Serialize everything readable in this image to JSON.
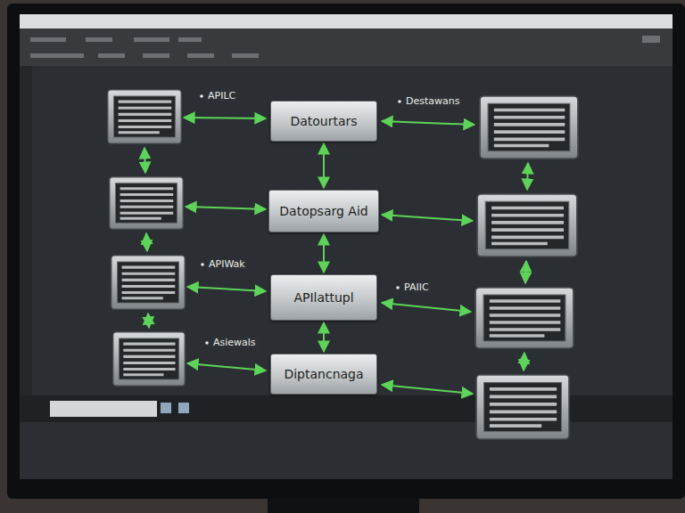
{
  "diagram": {
    "nodes": [
      {
        "text": [
          "Datourtars"
        ]
      },
      {
        "text": [
          "Datopsarg Aid"
        ]
      },
      {
        "text": [
          "APIlattupl"
        ]
      },
      {
        "text": [
          "Diptancnaga"
        ]
      }
    ],
    "edges": [
      {
        "from": 0,
        "to": 1,
        "arrow": "both"
      },
      {
        "from": 1,
        "to": 2,
        "arrow": "both"
      },
      {
        "from": 2,
        "to": 3,
        "arrow": "both"
      }
    ],
    "labels": [
      "APILC",
      "Destawans",
      "APIWak",
      "PAIIC",
      "Asiewals"
    ]
  }
}
